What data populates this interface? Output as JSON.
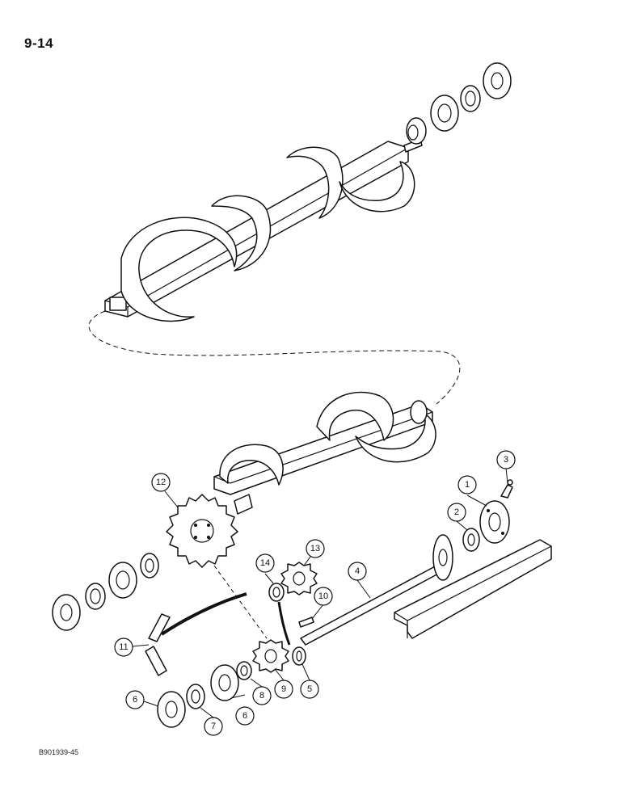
{
  "page_number": "9-14",
  "figure_code": "B901939-45",
  "callouts": [
    {
      "id": "c1",
      "label": "1"
    },
    {
      "id": "c2",
      "label": "2"
    },
    {
      "id": "c3",
      "label": "3"
    },
    {
      "id": "c4",
      "label": "4"
    },
    {
      "id": "c5",
      "label": "5"
    },
    {
      "id": "c6a",
      "label": "6"
    },
    {
      "id": "c6b",
      "label": "6"
    },
    {
      "id": "c7",
      "label": "7"
    },
    {
      "id": "c8",
      "label": "8"
    },
    {
      "id": "c9",
      "label": "9"
    },
    {
      "id": "c10",
      "label": "10"
    },
    {
      "id": "c11",
      "label": "11"
    },
    {
      "id": "c12",
      "label": "12"
    },
    {
      "id": "c13",
      "label": "13"
    },
    {
      "id": "c14",
      "label": "14"
    }
  ]
}
